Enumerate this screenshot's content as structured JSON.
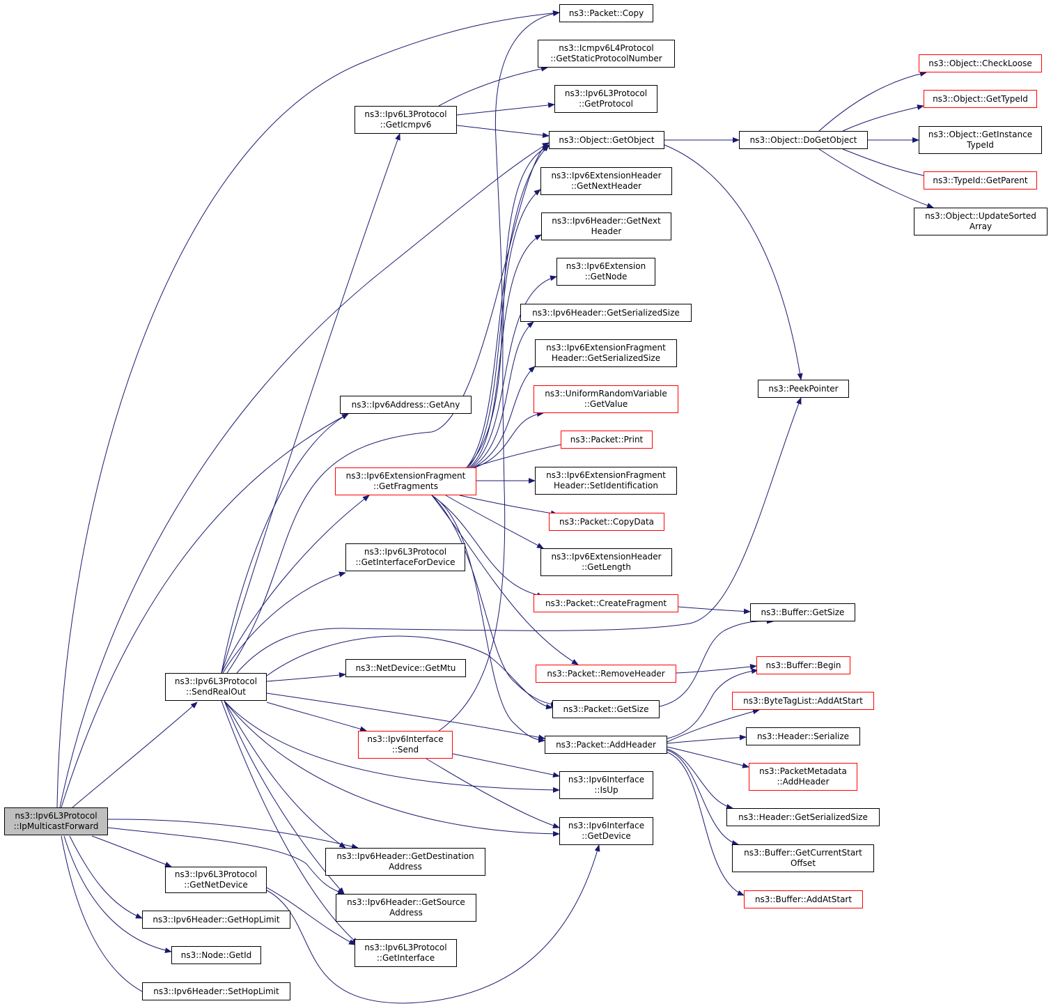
{
  "colors": {
    "edge": "#191970",
    "border": "#000000",
    "border_external": "#ff0000",
    "root_fill": "#bfbfbf"
  },
  "nodes": [
    {
      "id": "root",
      "lines": [
        "ns3::Ipv6L3Protocol",
        "::IpMulticastForward"
      ],
      "style": "root"
    },
    {
      "id": "sendrealout",
      "lines": [
        "ns3::Ipv6L3Protocol",
        "::SendRealOut"
      ],
      "style": "normal"
    },
    {
      "id": "getnetdevice",
      "lines": [
        "ns3::Ipv6L3Protocol",
        "::GetNetDevice"
      ],
      "style": "normal"
    },
    {
      "id": "gethoplimit",
      "lines": [
        "ns3::Ipv6Header::GetHopLimit"
      ],
      "style": "normal"
    },
    {
      "id": "nodegetid",
      "lines": [
        "ns3::Node::GetId"
      ],
      "style": "normal"
    },
    {
      "id": "sethoplimit",
      "lines": [
        "ns3::Ipv6Header::SetHopLimit"
      ],
      "style": "normal"
    },
    {
      "id": "geticmpv6",
      "lines": [
        "ns3::Ipv6L3Protocol",
        "::GetIcmpv6"
      ],
      "style": "normal"
    },
    {
      "id": "getany",
      "lines": [
        "ns3::Ipv6Address::GetAny"
      ],
      "style": "normal"
    },
    {
      "id": "getfragments",
      "lines": [
        "ns3::Ipv6ExtensionFragment",
        "::GetFragments"
      ],
      "style": "red"
    },
    {
      "id": "getinterfacefordevice",
      "lines": [
        "ns3::Ipv6L3Protocol",
        "::GetInterfaceForDevice"
      ],
      "style": "normal"
    },
    {
      "id": "getmtu",
      "lines": [
        "ns3::NetDevice::GetMtu"
      ],
      "style": "normal"
    },
    {
      "id": "ifsend",
      "lines": [
        "ns3::Ipv6Interface",
        "::Send"
      ],
      "style": "red"
    },
    {
      "id": "getdestaddr",
      "lines": [
        "ns3::Ipv6Header::GetDestination",
        "Address"
      ],
      "style": "normal"
    },
    {
      "id": "getsrcaddr",
      "lines": [
        "ns3::Ipv6Header::GetSource",
        "Address"
      ],
      "style": "normal"
    },
    {
      "id": "getinterface",
      "lines": [
        "ns3::Ipv6L3Protocol",
        "::GetInterface"
      ],
      "style": "normal"
    },
    {
      "id": "pcopy",
      "lines": [
        "ns3::Packet::Copy"
      ],
      "style": "normal"
    },
    {
      "id": "icmpstatic",
      "lines": [
        "ns3::Icmpv6L4Protocol",
        "::GetStaticProtocolNumber"
      ],
      "style": "normal"
    },
    {
      "id": "getprotocol",
      "lines": [
        "ns3::Ipv6L3Protocol",
        "::GetProtocol"
      ],
      "style": "normal"
    },
    {
      "id": "getobject",
      "lines": [
        "ns3::Object::GetObject"
      ],
      "style": "normal"
    },
    {
      "id": "exthdrnext",
      "lines": [
        "ns3::Ipv6ExtensionHeader",
        "::GetNextHeader"
      ],
      "style": "normal"
    },
    {
      "id": "hdrnext",
      "lines": [
        "ns3::Ipv6Header::GetNext",
        "Header"
      ],
      "style": "normal"
    },
    {
      "id": "extgetnode",
      "lines": [
        "ns3::Ipv6Extension",
        "::GetNode"
      ],
      "style": "normal"
    },
    {
      "id": "hdrsersize",
      "lines": [
        "ns3::Ipv6Header::GetSerializedSize"
      ],
      "style": "normal"
    },
    {
      "id": "fraghdrsersize",
      "lines": [
        "ns3::Ipv6ExtensionFragment",
        "Header::GetSerializedSize"
      ],
      "style": "normal"
    },
    {
      "id": "urvgetvalue",
      "lines": [
        "ns3::UniformRandomVariable",
        "::GetValue"
      ],
      "style": "red"
    },
    {
      "id": "pprint",
      "lines": [
        "ns3::Packet::Print"
      ],
      "style": "red"
    },
    {
      "id": "fragsetid",
      "lines": [
        "ns3::Ipv6ExtensionFragment",
        "Header::SetIdentification"
      ],
      "style": "normal"
    },
    {
      "id": "pcopydata",
      "lines": [
        "ns3::Packet::CopyData"
      ],
      "style": "red"
    },
    {
      "id": "exthdrlen",
      "lines": [
        "ns3::Ipv6ExtensionHeader",
        "::GetLength"
      ],
      "style": "normal"
    },
    {
      "id": "pcreatefrag",
      "lines": [
        "ns3::Packet::CreateFragment"
      ],
      "style": "red"
    },
    {
      "id": "premovehdr",
      "lines": [
        "ns3::Packet::RemoveHeader"
      ],
      "style": "red"
    },
    {
      "id": "pgetsize",
      "lines": [
        "ns3::Packet::GetSize"
      ],
      "style": "normal"
    },
    {
      "id": "paddhdr",
      "lines": [
        "ns3::Packet::AddHeader"
      ],
      "style": "normal"
    },
    {
      "id": "ifisup",
      "lines": [
        "ns3::Ipv6Interface",
        "::IsUp"
      ],
      "style": "normal"
    },
    {
      "id": "ifgetdevice",
      "lines": [
        "ns3::Ipv6Interface",
        "::GetDevice"
      ],
      "style": "normal"
    },
    {
      "id": "dogetobject",
      "lines": [
        "ns3::Object::DoGetObject"
      ],
      "style": "normal"
    },
    {
      "id": "peekpointer",
      "lines": [
        "ns3::PeekPointer"
      ],
      "style": "normal"
    },
    {
      "id": "bgetsize",
      "lines": [
        "ns3::Buffer::GetSize"
      ],
      "style": "normal"
    },
    {
      "id": "bbegin",
      "lines": [
        "ns3::Buffer::Begin"
      ],
      "style": "red"
    },
    {
      "id": "btagaddstart",
      "lines": [
        "ns3::ByteTagList::AddAtStart"
      ],
      "style": "red"
    },
    {
      "id": "hserialize",
      "lines": [
        "ns3::Header::Serialize"
      ],
      "style": "normal"
    },
    {
      "id": "pmaddhdr",
      "lines": [
        "ns3::PacketMetadata",
        "::AddHeader"
      ],
      "style": "red"
    },
    {
      "id": "hsersize",
      "lines": [
        "ns3::Header::GetSerializedSize"
      ],
      "style": "normal"
    },
    {
      "id": "bcurstart",
      "lines": [
        "ns3::Buffer::GetCurrentStart",
        "Offset"
      ],
      "style": "normal"
    },
    {
      "id": "baddstart",
      "lines": [
        "ns3::Buffer::AddAtStart"
      ],
      "style": "red"
    },
    {
      "id": "checkloose",
      "lines": [
        "ns3::Object::CheckLoose"
      ],
      "style": "red"
    },
    {
      "id": "gettypeid",
      "lines": [
        "ns3::Object::GetTypeId"
      ],
      "style": "red"
    },
    {
      "id": "getinsttypeid",
      "lines": [
        "ns3::Object::GetInstance",
        "TypeId"
      ],
      "style": "normal"
    },
    {
      "id": "getparent",
      "lines": [
        "ns3::TypeId::GetParent"
      ],
      "style": "red"
    },
    {
      "id": "updatesorted",
      "lines": [
        "ns3::Object::UpdateSorted",
        "Array"
      ],
      "style": "normal"
    }
  ]
}
